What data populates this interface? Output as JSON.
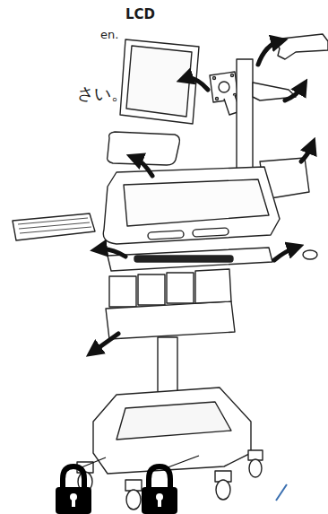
{
  "diagram": {
    "labels": [
      "LCD",
      "en.",
      "さい。"
    ]
  }
}
